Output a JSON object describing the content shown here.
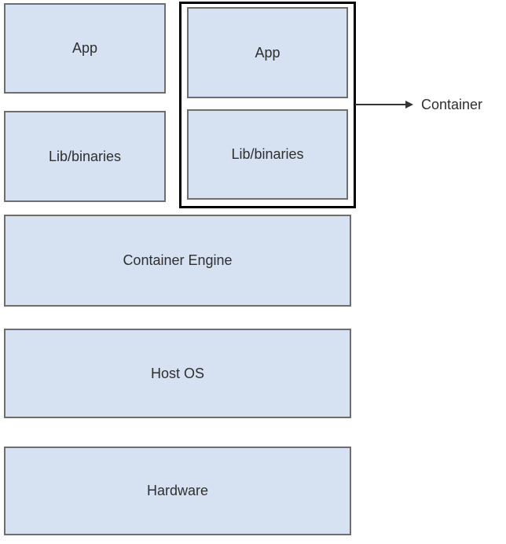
{
  "diagram": {
    "host_stack": {
      "app": {
        "label": "App"
      },
      "lib": {
        "label": "Lib/binaries"
      }
    },
    "container": {
      "app": {
        "label": "App"
      },
      "lib": {
        "label": "Lib/binaries"
      },
      "callout": {
        "label": "Container"
      }
    },
    "layers": {
      "container_engine": {
        "label": "Container Engine"
      },
      "host_os": {
        "label": "Host OS"
      },
      "hardware": {
        "label": "Hardware"
      }
    },
    "colors": {
      "box_fill": "#d6e1f2",
      "box_border": "#6e6e6e",
      "container_outline": "#000000",
      "text": "#2f2f2f",
      "arrow": "#333333",
      "background": "#ffffff"
    }
  }
}
